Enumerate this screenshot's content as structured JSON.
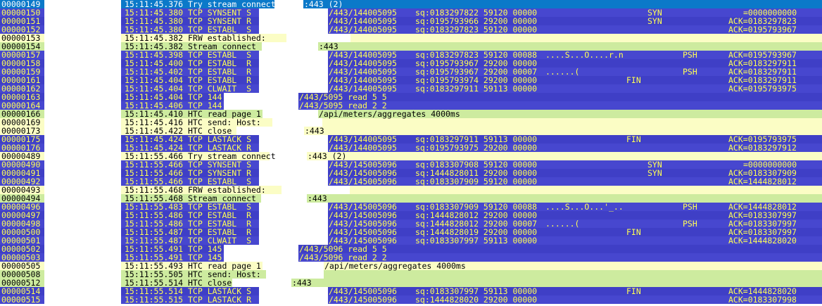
{
  "palette": {
    "tcp_row_a": "#4747cf",
    "tcp_row_b": "#3f3fc6",
    "selected_row": "#0b79c9",
    "info_yellow": "#fbfdc5",
    "info_green": "#cdeb9f",
    "tcp_text": "#ffff55",
    "selected_text": "#ffffff",
    "info_text": "#000000",
    "redaction": "#ffffff"
  },
  "log": {
    "selected_line": "00000149",
    "rows": [
      {
        "num": "00000149",
        "type": "sel",
        "segs": [
          [
            "15:11:45.376",
            177
          ],
          [
            "Try stream connect",
            267
          ],
          [
            ":443 (2)",
            432
          ]
        ],
        "boxes": [
          [
            390,
            41
          ]
        ]
      },
      {
        "num": "00000150",
        "type": "tcp",
        "shade": "a",
        "segs": [
          [
            "15:11:45.380",
            177
          ],
          [
            "TCP SYNSENT S",
            267
          ],
          [
            "/443/144005095",
            467
          ],
          [
            "sq:0183297822 59120 00000",
            590
          ],
          [
            "SYN",
            920
          ],
          [
            "=0000000000",
            1056
          ]
        ],
        "boxes": [
          [
            368,
            98
          ]
        ]
      },
      {
        "num": "00000151",
        "type": "tcp",
        "shade": "b",
        "segs": [
          [
            "15:11:45.380",
            177
          ],
          [
            "TCP SYNSENT R",
            267
          ],
          [
            "/443/144005095",
            467
          ],
          [
            "sq:0195793966 29200 00000",
            590
          ],
          [
            "SYN",
            920
          ],
          [
            "ACK=0183297823",
            1035
          ]
        ],
        "boxes": [
          [
            368,
            98
          ]
        ]
      },
      {
        "num": "00000152",
        "type": "tcp",
        "shade": "a",
        "segs": [
          [
            "15:11:45.380",
            177
          ],
          [
            "TCP ESTABL  S",
            267
          ],
          [
            "/443/144005095",
            467
          ],
          [
            "sq:0183297823 59120 00000",
            590
          ],
          [
            "ACK=0195793967",
            1035
          ]
        ],
        "boxes": [
          [
            368,
            98
          ]
        ]
      },
      {
        "num": "00000153",
        "type": "yel",
        "segs": [
          [
            "15:11:45.382",
            177
          ],
          [
            "FRW established:",
            267
          ]
        ],
        "boxes": [
          [
            407,
            91
          ]
        ]
      },
      {
        "num": "00000154",
        "type": "grn",
        "segs": [
          [
            "15:11:45.382",
            177
          ],
          [
            "Stream connect",
            267
          ],
          [
            ":443",
            453
          ]
        ],
        "boxes": [
          [
            372,
            80
          ]
        ]
      },
      {
        "num": "00000157",
        "type": "tcp",
        "shade": "a",
        "segs": [
          [
            "15:11:45.398",
            177
          ],
          [
            "TCP ESTABL  S",
            267
          ],
          [
            "/443/144005095",
            467
          ],
          [
            "sq:0183297823 59120 00088",
            590
          ],
          [
            "....S...O....r.n",
            775
          ],
          [
            "PSH",
            970
          ],
          [
            "ACK=0195793967",
            1035
          ]
        ],
        "boxes": [
          [
            368,
            98
          ]
        ]
      },
      {
        "num": "00000158",
        "type": "tcp",
        "shade": "b",
        "segs": [
          [
            "15:11:45.400",
            177
          ],
          [
            "TCP ESTABL  R",
            267
          ],
          [
            "/443/144005095",
            467
          ],
          [
            "sq:0195793967 29200 00000",
            590
          ],
          [
            "ACK=0183297911",
            1035
          ]
        ],
        "boxes": [
          [
            368,
            98
          ]
        ]
      },
      {
        "num": "00000159",
        "type": "tcp",
        "shade": "a",
        "segs": [
          [
            "15:11:45.402",
            177
          ],
          [
            "TCP ESTABL  R",
            267
          ],
          [
            "/443/144005095",
            467
          ],
          [
            "sq:0195793967 29200 00007",
            590
          ],
          [
            "......(",
            775
          ],
          [
            "PSH",
            970
          ],
          [
            "ACK=0183297911",
            1035
          ]
        ],
        "boxes": [
          [
            368,
            98
          ]
        ]
      },
      {
        "num": "00000161",
        "type": "tcp",
        "shade": "b",
        "segs": [
          [
            "15:11:45.404",
            177
          ],
          [
            "TCP ESTABL  R",
            267
          ],
          [
            "/443/144005095",
            467
          ],
          [
            "sq:0195793974 29200 00000",
            590
          ],
          [
            "FIN",
            890
          ],
          [
            "ACK=0183297911",
            1035
          ]
        ],
        "boxes": [
          [
            368,
            98
          ]
        ]
      },
      {
        "num": "00000162",
        "type": "tcp",
        "shade": "a",
        "segs": [
          [
            "15:11:45.404",
            177
          ],
          [
            "TCP CLWAIT  S",
            267
          ],
          [
            "/443/144005095",
            467
          ],
          [
            "sq:0183297911 59113 00000",
            590
          ],
          [
            "ACK=0195793975",
            1035
          ]
        ],
        "boxes": [
          [
            368,
            98
          ]
        ]
      },
      {
        "num": "00000163",
        "type": "tcp",
        "shade": "b",
        "segs": [
          [
            "15:11:45.404",
            177
          ],
          [
            "TCP 144",
            267
          ],
          [
            "/443/5095 read 5 5",
            425
          ]
        ],
        "boxes": [
          [
            318,
            106
          ]
        ]
      },
      {
        "num": "00000164",
        "type": "tcp",
        "shade": "a",
        "segs": [
          [
            "15:11:45.406",
            177
          ],
          [
            "TCP 144",
            267
          ],
          [
            "/443/5095 read 2 2",
            425
          ]
        ],
        "boxes": [
          [
            318,
            106
          ]
        ]
      },
      {
        "num": "00000166",
        "type": "grn",
        "segs": [
          [
            "15:11:45.410",
            177
          ],
          [
            "HTC read page 1",
            267
          ],
          [
            "/api/meters/aggregates 4000ms",
            453
          ]
        ],
        "boxes": [
          [
            373,
            79
          ]
        ]
      },
      {
        "num": "00000169",
        "type": "yel",
        "segs": [
          [
            "15:11:45.416",
            177
          ],
          [
            "HTC send: Host:",
            267
          ]
        ],
        "boxes": [
          [
            387,
            71
          ]
        ]
      },
      {
        "num": "00000173",
        "type": "yel",
        "segs": [
          [
            "15:11:45.422",
            177
          ],
          [
            "HTC close",
            267
          ],
          [
            ":443",
            433
          ]
        ],
        "boxes": [
          [
            336,
            96
          ]
        ]
      },
      {
        "num": "00000175",
        "type": "tcp",
        "shade": "b",
        "segs": [
          [
            "15:11:45.424",
            177
          ],
          [
            "TCP LASTACK S",
            267
          ],
          [
            "/443/144005095",
            467
          ],
          [
            "sq:0183297911 59113 00000",
            590
          ],
          [
            "FIN",
            890
          ],
          [
            "ACK=0195793975",
            1035
          ]
        ],
        "boxes": [
          [
            368,
            98
          ]
        ]
      },
      {
        "num": "00000176",
        "type": "tcp",
        "shade": "a",
        "segs": [
          [
            "15:11:45.424",
            177
          ],
          [
            "TCP LASTACK R",
            267
          ],
          [
            "/443/144005095",
            467
          ],
          [
            "sq:0195793975 29200 00000",
            590
          ],
          [
            "ACK=0183297912",
            1035
          ]
        ],
        "boxes": [
          [
            368,
            98
          ]
        ]
      },
      {
        "num": "00000489",
        "type": "yel",
        "segs": [
          [
            "15:11:55.466",
            177
          ],
          [
            "Try stream connect",
            267
          ],
          [
            ":443 (2)",
            437
          ]
        ],
        "boxes": [
          [
            383,
            53
          ]
        ]
      },
      {
        "num": "00000490",
        "type": "tcp",
        "shade": "a",
        "segs": [
          [
            "15:11:55.466",
            177
          ],
          [
            "TCP SYNSENT S",
            267
          ],
          [
            "/443/145005096",
            467
          ],
          [
            "sq:0183307908 59120 00000",
            590
          ],
          [
            "SYN",
            920
          ],
          [
            "=0000000000",
            1056
          ]
        ],
        "boxes": [
          [
            368,
            98
          ]
        ]
      },
      {
        "num": "00000491",
        "type": "tcp",
        "shade": "b",
        "segs": [
          [
            "15:11:55.466",
            177
          ],
          [
            "TCP SYNSENT R",
            267
          ],
          [
            "/443/145005096",
            467
          ],
          [
            "sq:1444828011 29200 00000",
            590
          ],
          [
            "SYN",
            920
          ],
          [
            "ACK=0183307909",
            1035
          ]
        ],
        "boxes": [
          [
            368,
            98
          ]
        ]
      },
      {
        "num": "00000492",
        "type": "tcp",
        "shade": "a",
        "segs": [
          [
            "15:11:55.466",
            177
          ],
          [
            "TCP ESTABL  S",
            267
          ],
          [
            "/443/145005096",
            467
          ],
          [
            "sq:0183307909 59120 00000",
            590
          ],
          [
            "ACK=1444828012",
            1035
          ]
        ],
        "boxes": [
          [
            368,
            98
          ]
        ]
      },
      {
        "num": "00000493",
        "type": "yel",
        "segs": [
          [
            "15:11:55.468",
            177
          ],
          [
            "FRW established:",
            267
          ]
        ],
        "boxes": [
          [
            400,
            97
          ]
        ]
      },
      {
        "num": "00000494",
        "type": "grn",
        "segs": [
          [
            "15:11:55.468",
            177
          ],
          [
            "Stream connect",
            267
          ],
          [
            ":443",
            437
          ]
        ],
        "boxes": [
          [
            371,
            65
          ]
        ]
      },
      {
        "num": "00000496",
        "type": "tcp",
        "shade": "a",
        "segs": [
          [
            "15:11:55.483",
            177
          ],
          [
            "TCP ESTABL  S",
            267
          ],
          [
            "/443/145005096",
            467
          ],
          [
            "sq:0183307909 59120 00088",
            590
          ],
          [
            "....S...O...'_..",
            775
          ],
          [
            "PSH",
            970
          ],
          [
            "ACK=1444828012",
            1035
          ]
        ],
        "boxes": [
          [
            368,
            98
          ]
        ]
      },
      {
        "num": "00000497",
        "type": "tcp",
        "shade": "b",
        "segs": [
          [
            "15:11:55.486",
            177
          ],
          [
            "TCP ESTABL  R",
            267
          ],
          [
            "/443/145005096",
            467
          ],
          [
            "sq:1444828012 29200 00000",
            590
          ],
          [
            "ACK=0183307997",
            1035
          ]
        ],
        "boxes": [
          [
            368,
            98
          ]
        ]
      },
      {
        "num": "00000498",
        "type": "tcp",
        "shade": "a",
        "segs": [
          [
            "15:11:55.486",
            177
          ],
          [
            "TCP ESTABL  R",
            267
          ],
          [
            "/443/145005096",
            467
          ],
          [
            "sq:1444828012 29200 00007",
            590
          ],
          [
            "......(",
            775
          ],
          [
            "PSH",
            970
          ],
          [
            "ACK=0183307997",
            1035
          ]
        ],
        "boxes": [
          [
            368,
            98
          ]
        ]
      },
      {
        "num": "00000500",
        "type": "tcp",
        "shade": "b",
        "segs": [
          [
            "15:11:55.487",
            177
          ],
          [
            "TCP ESTABL  R",
            267
          ],
          [
            "/443/145005096",
            467
          ],
          [
            "sq:1444828019 29200 00000",
            590
          ],
          [
            "FIN",
            890
          ],
          [
            "ACK=0183307997",
            1035
          ]
        ],
        "boxes": [
          [
            368,
            98
          ]
        ]
      },
      {
        "num": "00000501",
        "type": "tcp",
        "shade": "a",
        "segs": [
          [
            "15:11:55.487",
            177
          ],
          [
            "TCP CLWAIT  S",
            267
          ],
          [
            "/443/145005096",
            467
          ],
          [
            "sq:0183307997 59113 00000",
            590
          ],
          [
            "ACK=1444828020",
            1035
          ]
        ],
        "boxes": [
          [
            368,
            98
          ]
        ]
      },
      {
        "num": "00000502",
        "type": "tcp",
        "shade": "b",
        "segs": [
          [
            "15:11:55.491",
            177
          ],
          [
            "TCP 145",
            267
          ],
          [
            "/443/5096 read 5 5",
            425
          ]
        ],
        "boxes": [
          [
            318,
            106
          ]
        ]
      },
      {
        "num": "00000503",
        "type": "tcp",
        "shade": "a",
        "segs": [
          [
            "15:11:55.491",
            177
          ],
          [
            "TCP 145",
            267
          ],
          [
            "/443/5096 read 2 2",
            425
          ]
        ],
        "boxes": [
          [
            318,
            106
          ]
        ]
      },
      {
        "num": "00000505",
        "type": "yel",
        "segs": [
          [
            "15:11:55.493",
            177
          ],
          [
            "HTC read page 1",
            267
          ],
          [
            "/api/meters/aggregates 4000ms",
            461
          ]
        ],
        "boxes": [
          [
            373,
            87
          ]
        ]
      },
      {
        "num": "00000508",
        "type": "grn",
        "segs": [
          [
            "15:11:55.505",
            177
          ],
          [
            "HTC send: Host:",
            267
          ]
        ],
        "boxes": [
          [
            378,
            82
          ]
        ]
      },
      {
        "num": "00000512",
        "type": "grn",
        "segs": [
          [
            "15:11:55.514",
            177
          ],
          [
            "HTC close",
            267
          ],
          [
            ":443",
            415
          ]
        ],
        "boxes": [
          [
            330,
            84
          ]
        ]
      },
      {
        "num": "00000514",
        "type": "tcp",
        "shade": "b",
        "segs": [
          [
            "15:11:55.514",
            177
          ],
          [
            "TCP LASTACK S",
            267
          ],
          [
            "/443/145005096",
            467
          ],
          [
            "sq:0183307997 59113 00000",
            590
          ],
          [
            "FIN",
            890
          ],
          [
            "ACK=1444828020",
            1035
          ]
        ],
        "boxes": [
          [
            368,
            98
          ]
        ]
      },
      {
        "num": "00000515",
        "type": "tcp",
        "shade": "a",
        "segs": [
          [
            "15:11:55.515",
            177
          ],
          [
            "TCP LASTACK R",
            267
          ],
          [
            "/443/145005096",
            467
          ],
          [
            "sq:1444828020 29200 00000",
            590
          ],
          [
            "ACK=0183307998",
            1035
          ]
        ],
        "boxes": [
          [
            368,
            98
          ]
        ]
      }
    ]
  }
}
